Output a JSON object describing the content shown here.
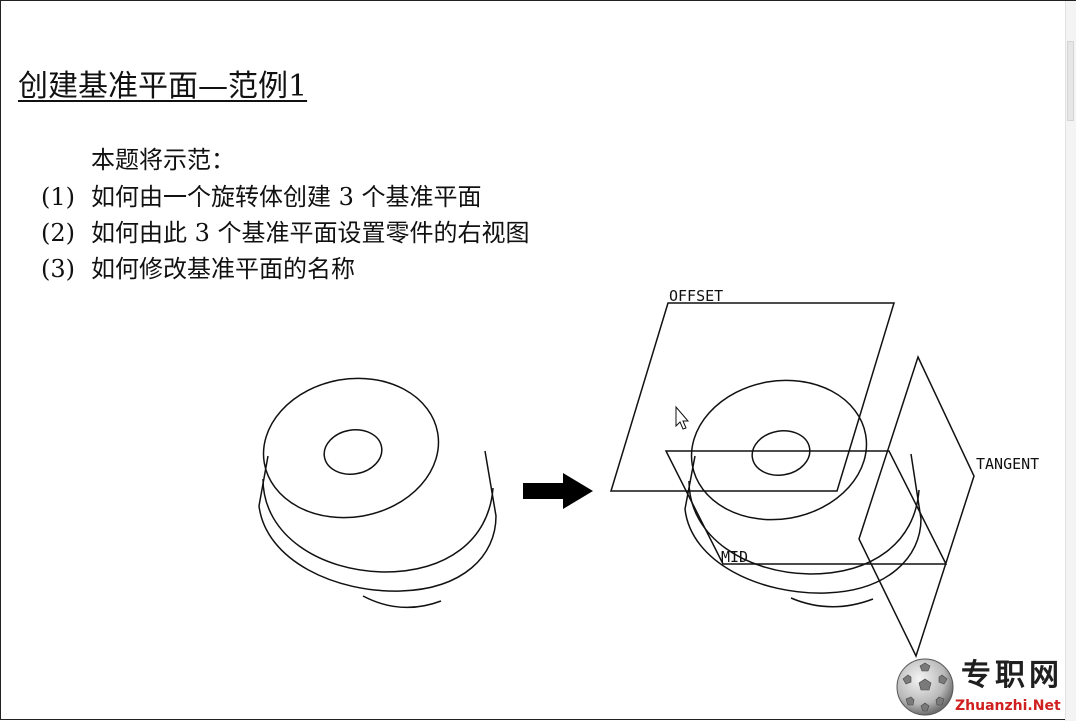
{
  "slide": {
    "title": "创建基准平面—范例1",
    "intro": "本题将示范：",
    "items": [
      {
        "num": "(1)",
        "text": "如何由一个旋转体创建 3 个基准平面"
      },
      {
        "num": "(2)",
        "text": "如何由此 3 个基准平面设置零件的右视图"
      },
      {
        "num": "(3)",
        "text": "如何修改基准平面的名称"
      }
    ]
  },
  "figure": {
    "plane_labels": {
      "offset": "OFFSET",
      "tangent": "TANGENT",
      "mid": "MID"
    },
    "arrow_icon": "right-arrow-icon",
    "cursor_icon": "mouse-pointer-icon"
  },
  "watermark": {
    "name": "专职网",
    "url": "Zhuanzhi.Net",
    "url_color": "#d02020"
  }
}
